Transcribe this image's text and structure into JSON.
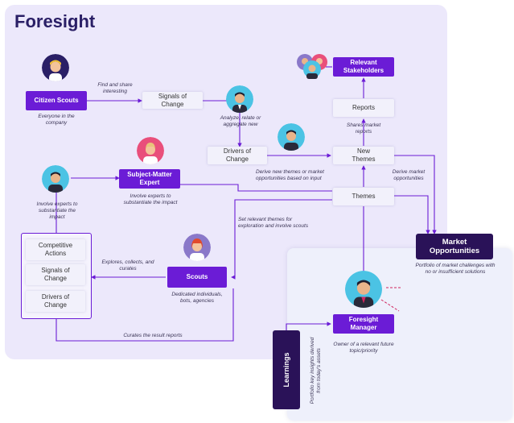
{
  "title": "Foresight",
  "boxes": {
    "citizen_scouts": "Citizen Scouts",
    "signals_of_change": "Signals of Change",
    "drivers_of_change": "Drivers of Change",
    "subject_matter_expert": "Subject-Matter Expert",
    "relevant_stakeholders": "Relevant Stakeholders",
    "reports": "Reports",
    "new_themes": "New Themes",
    "themes": "Themes",
    "market_opportunities": "Market Opportunities",
    "scouts": "Scouts",
    "foresight_manager": "Foresight Manager",
    "learnings": "Learnings"
  },
  "stack": {
    "competitive_actions": "Competitive Actions",
    "signals_of_change": "Signals of Change",
    "drivers_of_change": "Drivers of Change"
  },
  "notes": {
    "find_and_share": "Find and share interesting",
    "everyone": "Everyone in the company",
    "analyze": "Analyze, relate or aggregate new",
    "shares_market": "Shares market reports",
    "derive_new_themes": "Derive new themes or market opportunities based on input",
    "derive_market": "Derive market opportunities",
    "involve_experts_left": "Involve experts to substantiate the impact",
    "involve_experts_center": "Involve experts to substantiate the impact",
    "set_relevant": "Set relevant themes for exploration and involve scouts",
    "explores": "Explores, collects, and curates",
    "dedicated": "Dedicated individuals, bots, agencies",
    "curates": "Curates the result reports",
    "portfolio_market": "Portfolio of market challenges with no or insufficient solutions",
    "owner": "Owner of a relevant future topic/priority",
    "portfolio_insights": "Portfolio key insights derived from today's assets"
  },
  "colors": {
    "primary": "#6b1cd6",
    "dark": "#2a1258",
    "panel": "#ece8fb",
    "line": "#6b1cd6"
  },
  "icons": [
    "person-avatar-icon",
    "group-avatar-icon"
  ]
}
